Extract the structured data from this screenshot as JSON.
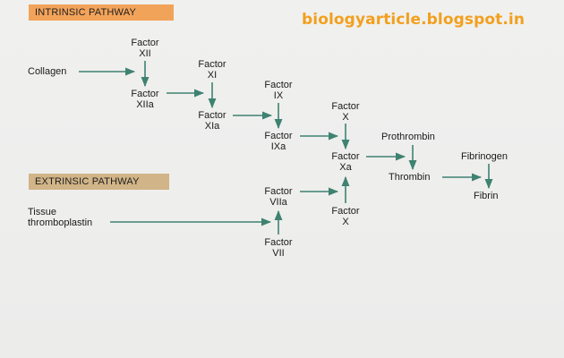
{
  "header": {
    "intrinsic_label": "INTRINSIC PATHWAY",
    "extrinsic_label": "EXTRINSIC PATHWAY",
    "watermark": "biologyarticle.blogspot.in"
  },
  "nodes": {
    "collagen": "Collagen",
    "factor_xii": [
      "Factor",
      "XII"
    ],
    "factor_xiia": [
      "Factor",
      "XIIa"
    ],
    "factor_xi": [
      "Factor",
      "XI"
    ],
    "factor_xia": [
      "Factor",
      "XIa"
    ],
    "factor_ix": [
      "Factor",
      "IX"
    ],
    "factor_ixa": [
      "Factor",
      "IXa"
    ],
    "factor_x_top": [
      "Factor",
      "X"
    ],
    "factor_xa": [
      "Factor",
      "Xa"
    ],
    "prothrombin": "Prothrombin",
    "thrombin": "Thrombin",
    "fibrinogen": "Fibrinogen",
    "fibrin": "Fibrin",
    "tissue_thromboplastin": [
      "Tissue",
      "thromboplastin"
    ],
    "factor_viia": [
      "Factor",
      "VIIa"
    ],
    "factor_vii": [
      "Factor",
      "VII"
    ],
    "factor_x_bottom": [
      "Factor",
      "X"
    ]
  },
  "colors": {
    "arrow": "#3e8271",
    "intrinsic_bg": "#f2a35a",
    "extrinsic_bg": "#d1b487",
    "watermark": "#f2a01e"
  },
  "icons": [
    "arrow-right",
    "arrow-down",
    "arrow-up"
  ]
}
